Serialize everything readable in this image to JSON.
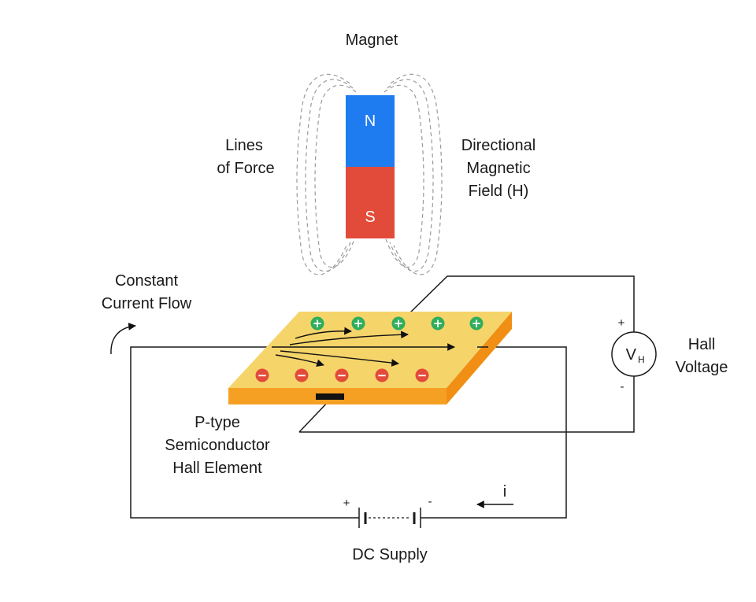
{
  "diagram": {
    "magnet": {
      "title": "Magnet",
      "north_label": "N",
      "south_label": "S",
      "north_color": "#1f7cf0",
      "south_color": "#e24b3a"
    },
    "lines_of_force": {
      "line1": "Lines",
      "line2": "of Force"
    },
    "magnetic_field": {
      "line1": "Directional",
      "line2": "Magnetic",
      "line3": "Field (H)"
    },
    "current_flow": {
      "line1": "Constant",
      "line2": "Current Flow"
    },
    "semiconductor": {
      "line1": "P-type",
      "line2": "Semiconductor",
      "line3": "Hall Element",
      "top_color": "#f5d46a",
      "side_color": "#f5a023",
      "positive_charge_color": "#2fae5b",
      "negative_charge_color": "#e24b3a",
      "positive_symbol": "+",
      "negative_symbol": "−"
    },
    "voltmeter": {
      "symbol": "V",
      "subscript": "H",
      "plus": "+",
      "minus": "-"
    },
    "hall_voltage": {
      "line1": "Hall",
      "line2": "Voltage"
    },
    "supply": {
      "label": "DC Supply",
      "plus": "+",
      "minus": "-"
    },
    "current_label": "i"
  }
}
